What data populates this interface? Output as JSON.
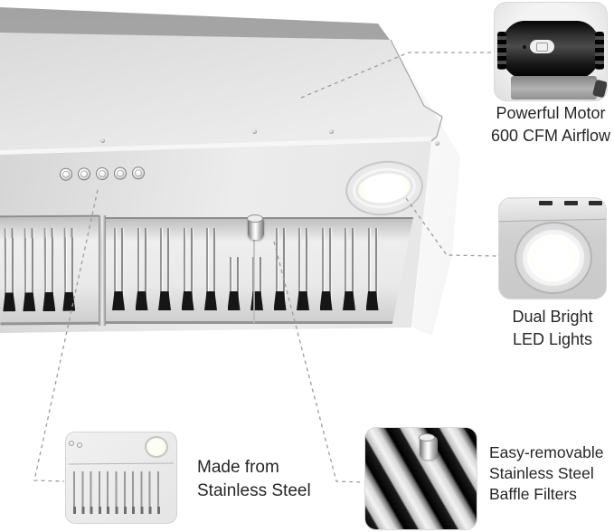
{
  "page": {
    "background": "#ffffff",
    "text_color": "#262626",
    "callout_line_color": "#9c9c9c",
    "steel_light": "#f2f2f2",
    "steel_mid": "#dcdcdc",
    "steel_dark": "#a2a2a2",
    "slot_black": "#161616"
  },
  "product": {
    "control_buttons": 5,
    "left_filter_slots": 4,
    "right_filter_slots": 12
  },
  "callouts": {
    "motor": {
      "image": "exhaust-motor-photo",
      "lines": [
        "Powerful Motor",
        "600 CFM Airflow"
      ]
    },
    "led": {
      "image": "led-light-closeup-photo",
      "lines": [
        "Dual Bright",
        "LED Lights"
      ]
    },
    "stainless": {
      "image": "hood-bottom-view-photo",
      "lines": [
        "Made from",
        "Stainless Steel"
      ]
    },
    "baffle": {
      "image": "baffle-filter-closeup-photo",
      "lines": [
        "Easy-removable",
        "Stainless Steel",
        "Baffle Filters"
      ]
    }
  }
}
